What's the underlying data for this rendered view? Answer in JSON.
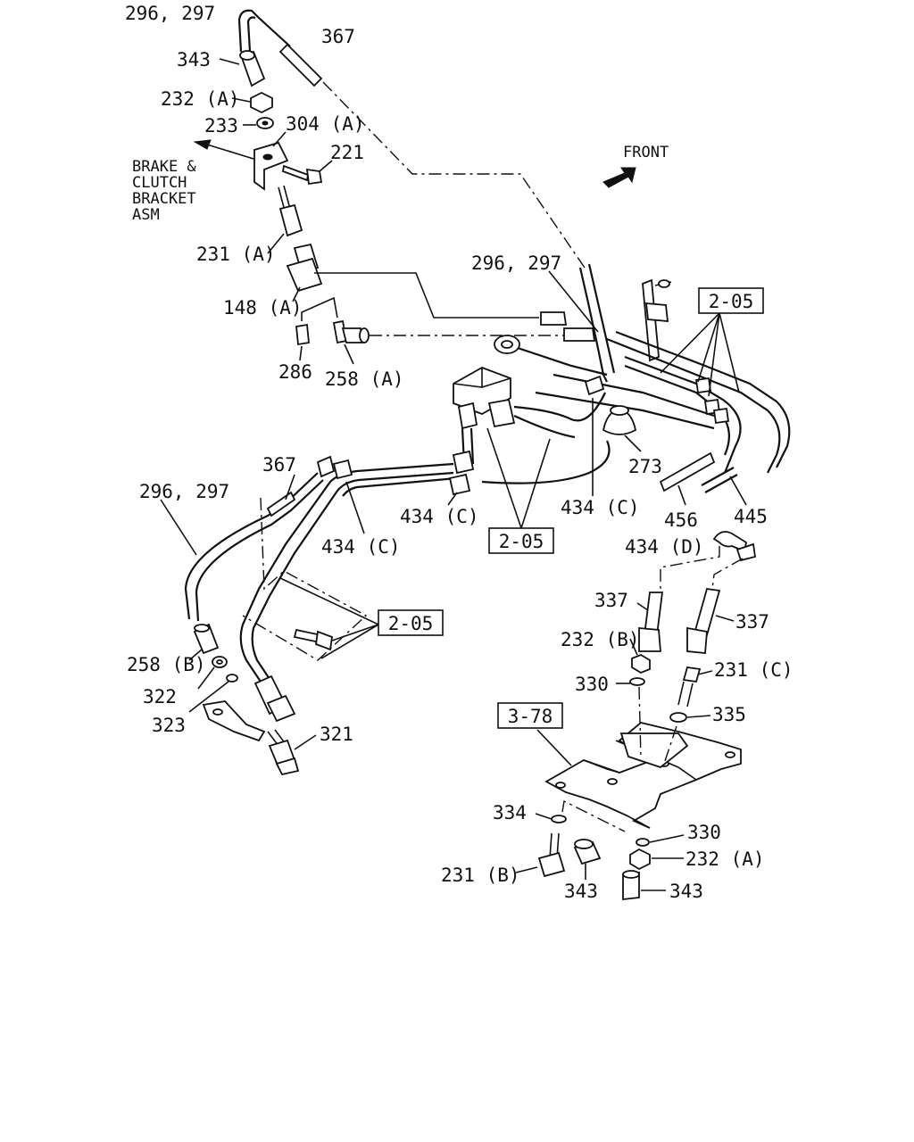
{
  "labels": {
    "hose_296_297_top": "296, 297",
    "cap_367_top": "367",
    "nut_343_top": "343",
    "nut_232a_top": "232 (A)",
    "washer_233": "233",
    "bracket_304a": "304 (A)",
    "bolt_221": "221",
    "stud_231a": "231 (A)",
    "connector_148a": "148 (A)",
    "plug_286": "286",
    "fitting_258a": "258 (A)",
    "hose_296_297_mid": "296, 297",
    "clamp_273": "273",
    "clip_434c_right": "434 (C)",
    "hose_456": "456",
    "hose_445": "445",
    "cap_367_left": "367",
    "hose_296_297_left": "296, 297",
    "clip_434c_center": "434 (C)",
    "clip_434c_left": "434 (C)",
    "clip_434d": "434 (D)",
    "pipe_337_left": "337",
    "pipe_337_right": "337",
    "nut_232b": "232 (B)",
    "washer_330_top": "330",
    "stud_231c": "231 (C)",
    "washer_335": "335",
    "fitting_258b": "258 (B)",
    "washer_322": "322",
    "washer_323": "323",
    "elbow_321": "321",
    "washer_334": "334",
    "washer_330_bottom": "330",
    "nut_232a_bottom": "232 (A)",
    "stud_231b": "231 (B)",
    "nut_343_center": "343",
    "nut_343_bottom": "343"
  },
  "refs": {
    "ref_205_top": "2-05",
    "ref_205_center": "2-05",
    "ref_205_left": "2-05",
    "ref_378": "3-78"
  },
  "notes": {
    "brake_clutch_bracket": [
      "BRAKE &",
      "CLUTCH",
      "BRACKET",
      "ASM"
    ],
    "front": "FRONT"
  },
  "icons": {
    "front_arrow": "filled-arrow-up-right",
    "brake_arrow": "arrow-left"
  }
}
